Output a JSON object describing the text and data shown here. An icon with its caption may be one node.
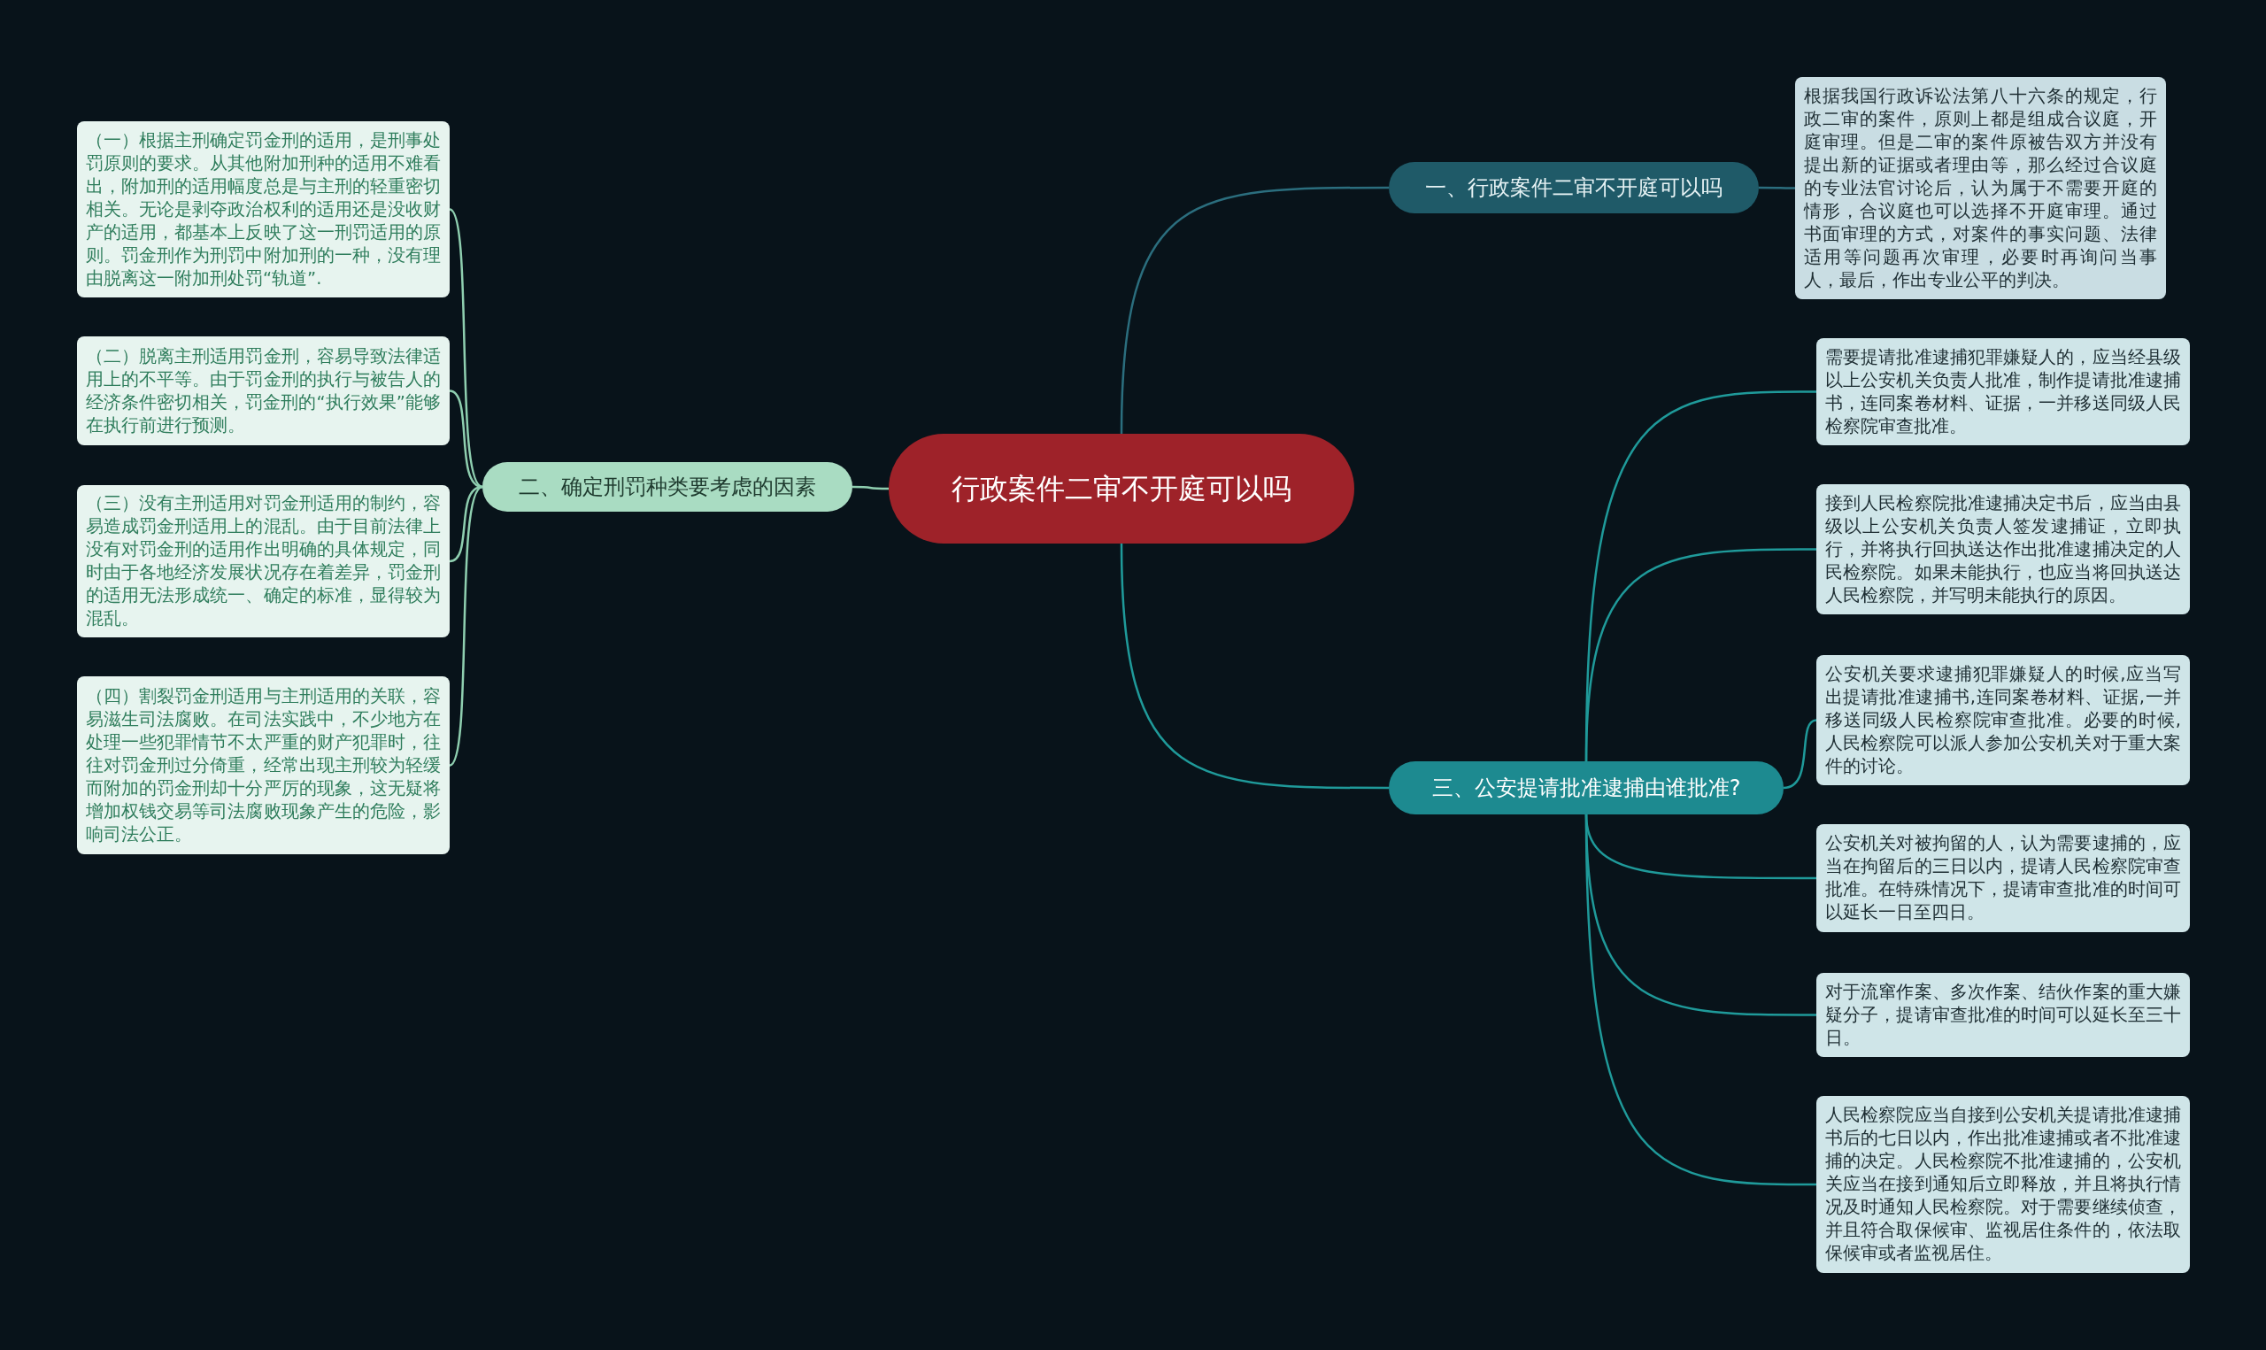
{
  "diagram": {
    "nodes": [
      {
        "text": [
          "行政案件二审不开庭可以吗"
        ]
      },
      {
        "text": [
          "一、行政案件二审不开庭可以吗"
        ]
      },
      {
        "text": [
          "根据我国行政诉讼法第八十六条的规定，行政二审的案件，原则上都是组成合议庭，开庭审理。但是二审的案件原被告双方并没有提出新的证据或者理由等，那么经过合议庭的专业法官讨论后，认为属于不需要开庭的情形，合议庭也可以选择不开庭审理。通过书面审理的方式，对案件的事实问题、法律适用等问题再次审理，必要时再询问当事人，最后，作出专业公平的判决。"
        ]
      },
      {
        "text": [
          "二、确定刑罚种类要考虑的因素"
        ]
      },
      {
        "text": [
          "（一）根据主刑确定罚金刑的适用，是刑事处罚原则的要求。从其他附加刑种的适用不难看出，附加刑的适用幅度总是与主刑的轻重密切相关。无论是剥夺政治权利的适用还是没收财产的适用，都基本上反映了这一刑罚适用的原则。罚金刑作为刑罚中附加刑的一种，没有理由脱离这一附加刑处罚“轨道”."
        ]
      },
      {
        "text": [
          "（二）脱离主刑适用罚金刑，容易导致法律适用上的不平等。由于罚金刑的执行与被告人的经济条件密切相关，罚金刑的“执行效果”能够在执行前进行预测。"
        ]
      },
      {
        "text": [
          "（三）没有主刑适用对罚金刑适用的制约，容易造成罚金刑适用上的混乱。由于目前法律上没有对罚金刑的适用作出明确的具体规定，同时由于各地经济发展状况存在着差异，罚金刑的适用无法形成统一、确定的标准，显得较为混乱。"
        ]
      },
      {
        "text": [
          "（四）割裂罚金刑适用与主刑适用的关联，容易滋生司法腐败。在司法实践中，不少地方在处理一些犯罪情节不太严重的财产犯罪时，往往对罚金刑过分倚重，经常出现主刑较为轻缓而附加的罚金刑却十分严厉的现象，这无疑将增加权钱交易等司法腐败现象产生的危险，影响司法公正。"
        ]
      },
      {
        "text": [
          "三、公安提请批准逮捕由谁批准?"
        ]
      },
      {
        "text": [
          "需要提请批准逮捕犯罪嫌疑人的，应当经县级以上公安机关负责人批准，制作提请批准逮捕书，连同案卷材料、证据，一并移送同级人民检察院审查批准。"
        ]
      },
      {
        "text": [
          "接到人民检察院批准逮捕决定书后，应当由县级以上公安机关负责人签发逮捕证，立即执行，并将执行回执送达作出批准逮捕决定的人民检察院。如果未能执行，也应当将回执送达人民检察院，并写明未能执行的原因。"
        ]
      },
      {
        "text": [
          "公安机关要求逮捕犯罪嫌疑人的时候,应当写出提请批准逮捕书,连同案卷材料、证据,一并移送同级人民检察院审查批准。必要的时候,人民检察院可以派人参加公安机关对于重大案件的讨论。"
        ]
      },
      {
        "text": [
          "公安机关对被拘留的人，认为需要逮捕的，应当在拘留后的三日以内，提请人民检察院审查批准。在特殊情况下，提请审查批准的时间可以延长一日至四日。"
        ]
      },
      {
        "text": [
          "对于流窜作案、多次作案、结伙作案的重大嫌疑分子，提请审查批准的时间可以延长至三十日。"
        ]
      },
      {
        "text": [
          "人民检察院应当自接到公安机关提请批准逮捕书后的七日以内，作出批准逮捕或者不批准逮捕的决定。人民检察院不批准逮捕的，公安机关应当在接到通知后立即释放，并且将执行情况及时通知人民检察院。对于需要继续侦查，并且符合取保候审、监视居住条件的，依法取保候审或者监视居住。"
        ]
      }
    ],
    "edges": [
      {
        "from": 0,
        "to": 1,
        "arrow": "none",
        "color": "#2b6e7e"
      },
      {
        "from": 1,
        "to": 2,
        "arrow": "none",
        "color": "#2b6e7e"
      },
      {
        "from": 0,
        "to": 3,
        "arrow": "none",
        "color": "#8fcfb0"
      },
      {
        "from": 3,
        "to": 4,
        "arrow": "none",
        "color": "#8fcfb0"
      },
      {
        "from": 3,
        "to": 5,
        "arrow": "none",
        "color": "#8fcfb0"
      },
      {
        "from": 3,
        "to": 6,
        "arrow": "none",
        "color": "#8fcfb0"
      },
      {
        "from": 3,
        "to": 7,
        "arrow": "none",
        "color": "#8fcfb0"
      },
      {
        "from": 0,
        "to": 8,
        "arrow": "none"
      },
      {
        "from": 8,
        "to": 9,
        "arrow": "none"
      },
      {
        "from": 8,
        "to": 10,
        "arrow": "none"
      },
      {
        "from": 8,
        "to": 11,
        "arrow": "none"
      },
      {
        "from": 8,
        "to": 12,
        "arrow": "none"
      },
      {
        "from": 8,
        "to": 13,
        "arrow": "none"
      },
      {
        "from": 8,
        "to": 14,
        "arrow": "none"
      }
    ]
  }
}
